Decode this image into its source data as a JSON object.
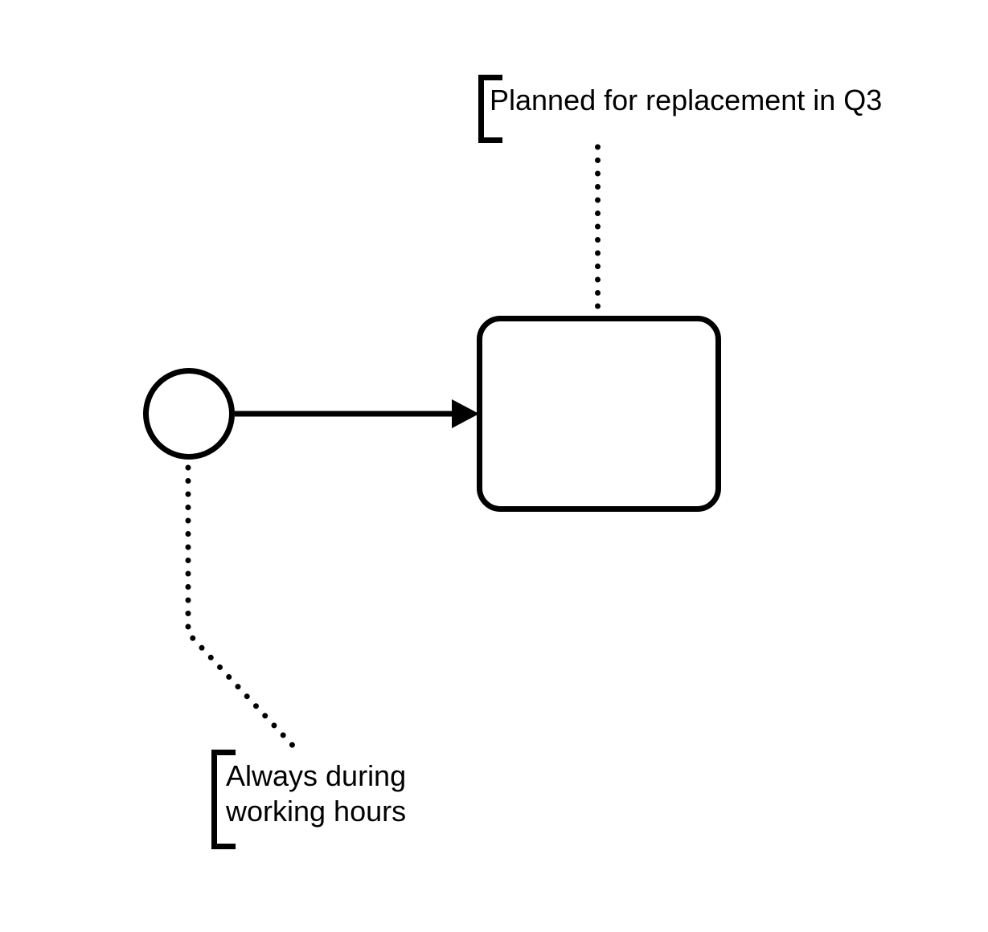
{
  "diagram": {
    "kind": "bpmn-process-diagram",
    "colors": {
      "line": "#000000",
      "shape_fill": "#ffffff",
      "text": "#000000",
      "background": "#ffffff"
    },
    "task_annotation": {
      "text": "Planned for replacement in Q3"
    },
    "start_annotation": {
      "text": "Always during\nworking hours"
    }
  }
}
